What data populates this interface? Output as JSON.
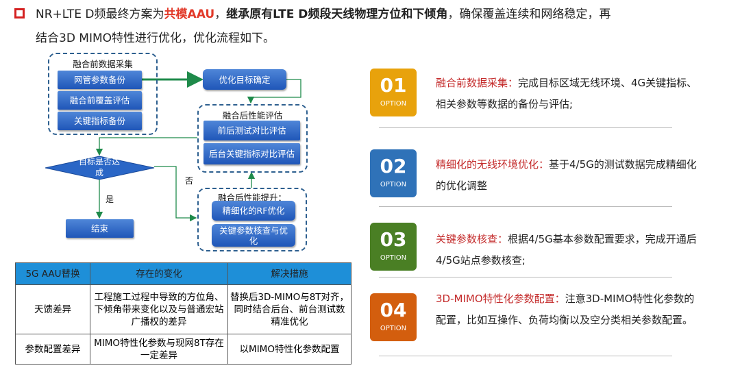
{
  "header": {
    "line1_a": "NR+LTE D频最终方案为",
    "line1_highlight": "共模AAU",
    "line1_b": "，",
    "line1_bold": "继承原有LTE D频段天线物理方位和下倾角",
    "line1_c": "，确保覆盖连续和网络稳定，再",
    "line2": "结合3D MIMO特性进行优化，优化流程如下。",
    "bullet_icon": "square-bullet-icon"
  },
  "flowchart": {
    "group1": {
      "title": "融合前数据采集",
      "items": [
        "网管参数备份",
        "融合前覆盖评估",
        "关键指标备份"
      ]
    },
    "target": "优化目标确定",
    "group2": {
      "title": "融合后性能评估",
      "items": [
        "前后测试对比评估",
        "后台关键指标对比评估"
      ]
    },
    "decision": "目标是否达成",
    "yes": "是",
    "no": "否",
    "end": "结束",
    "group3": {
      "title": "融合后性能提升：",
      "items": [
        "精细化的RF优化",
        "关键参数核查与优化"
      ]
    }
  },
  "table": {
    "headers": [
      "5G AAU替换",
      "存在的变化",
      "解决措施"
    ],
    "rows": [
      [
        "天馈差异",
        "工程施工过程中导致的方位角、下倾角带来变化以及与普通宏站广播权的差异",
        "替换后3D-MIMO与8T对齐，同时结合后台、前台测试数精准优化"
      ],
      [
        "参数配置差异",
        "MIMO特性化参数与现网8T存在一定差异",
        "以MIMO特性化参数配置"
      ]
    ]
  },
  "options": [
    {
      "num": "01",
      "label": "OPTION",
      "color": "#e8a20c",
      "title": "融合前数据采集：",
      "text": "完成目标区域无线环境、4G关键指标、相关参数等数据的备份与评估;"
    },
    {
      "num": "02",
      "label": "OPTION",
      "color": "#2f72b8",
      "title": "精细化的无线环境优化：",
      "text": "基于4/5G的测试数据完成精细化的优化调整"
    },
    {
      "num": "03",
      "label": "OPTION",
      "color": "#4a7f24",
      "title": "关键参数核查：",
      "text": "根据4/5G基本参数配置要求，完成开通后4/5G站点参数核查;"
    },
    {
      "num": "04",
      "label": "OPTION",
      "color": "#d35e0e",
      "title": "3D-MIMO特性化参数配置：",
      "text": "注意3D-MIMO特性化参数的配置，比如互操作、负荷均衡以及空分类相关参数配置。"
    }
  ]
}
